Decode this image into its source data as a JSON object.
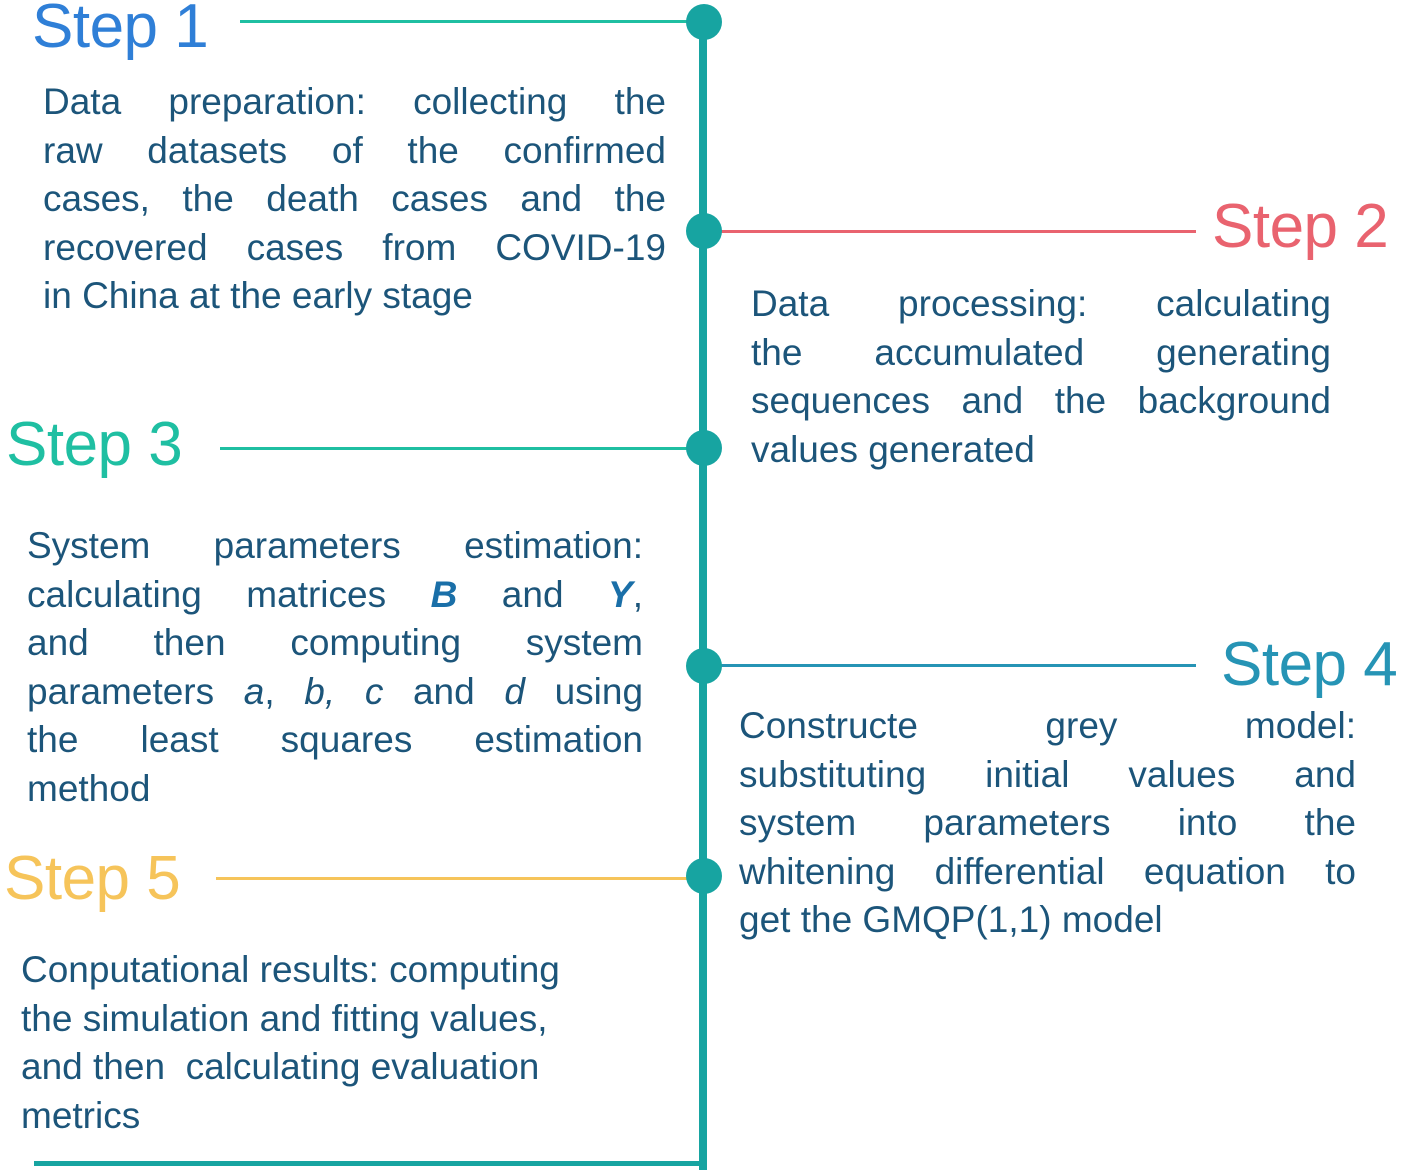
{
  "colors": {
    "spine": "#17a4a1",
    "text": "#1c557a",
    "step1": "#2f7fd7",
    "step2": "#e9636f",
    "step3": "#1fbfa2",
    "step4": "#2694b5",
    "step5": "#f6c45a"
  },
  "steps": [
    {
      "title": "Step 1",
      "lines": [
        "Data preparation: collecting the",
        "raw datasets of the confirmed",
        "cases, the death cases and the",
        "recovered cases from COVID-19",
        "in China at the early stage"
      ]
    },
    {
      "title": "Step 2",
      "lines": [
        "Data processing: calculating",
        "the accumulated generating",
        "sequences and the background",
        "values generated"
      ]
    },
    {
      "title": "Step 3",
      "text": {
        "line1": "System parameters estimation:",
        "line2_a": "calculating matrices ",
        "matrix_b": "B",
        "line2_b": " and ",
        "matrix_y": "Y",
        "line2_c": ",",
        "line3": "and then computing system",
        "line4_a": "parameters ",
        "param_a": "a",
        "sep1": ", ",
        "param_b": "b",
        "sep2": ", ",
        "param_c": "c",
        "line4_b": " and ",
        "param_d": "d",
        "line4_c": " using",
        "line5": "the least squares estimation",
        "line6": "method"
      }
    },
    {
      "title": "Step 4",
      "lines": [
        "Constructe grey model:",
        "substituting initial values and",
        "system parameters into the",
        "whitening differential equation to",
        "get the GMQP(1,1) model"
      ]
    },
    {
      "title": "Step 5",
      "lines": [
        "Conputational results: computing",
        "the simulation and fitting values,",
        "and then  calculating evaluation",
        "metrics"
      ]
    }
  ]
}
